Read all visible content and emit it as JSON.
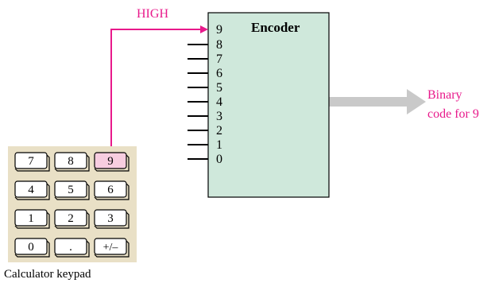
{
  "signal": {
    "label": "HIGH",
    "color": "#e8198b"
  },
  "encoder": {
    "title": "Encoder",
    "inputs": [
      "9",
      "8",
      "7",
      "6",
      "5",
      "4",
      "3",
      "2",
      "1",
      "0"
    ],
    "fill": "#cfe8db",
    "active_input": "9"
  },
  "output": {
    "label_line1": "Binary",
    "label_line2": "code for 9",
    "color": "#e8198b",
    "arrow_color": "#c9c9c9"
  },
  "keypad": {
    "caption": "Calculator keypad",
    "rows": [
      [
        "7",
        "8",
        "9"
      ],
      [
        "4",
        "5",
        "6"
      ],
      [
        "1",
        "2",
        "3"
      ],
      [
        "0",
        ".",
        "+/–"
      ]
    ],
    "pressed_key": "9",
    "pressed_color": "#f7cde0",
    "panel_color": "#e9e0c6"
  }
}
